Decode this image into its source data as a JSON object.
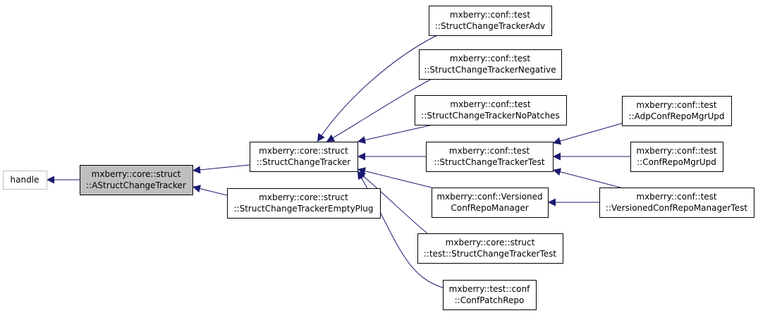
{
  "colors": {
    "edge": "#191970",
    "border": "#000000",
    "border_external": "#bfbfbf",
    "focus_fill": "#bfbfbf",
    "background": "#ffffff"
  },
  "nodes": [
    {
      "id": "handle",
      "lines": [
        "handle"
      ],
      "kind": "external"
    },
    {
      "id": "astruct",
      "lines": [
        "mxberry::core::struct",
        "::AStructChangeTracker"
      ],
      "kind": "focus"
    },
    {
      "id": "sct",
      "lines": [
        "mxberry::core::struct",
        "::StructChangeTracker"
      ],
      "kind": "normal"
    },
    {
      "id": "emptyplug",
      "lines": [
        "mxberry::core::struct",
        "::StructChangeTrackerEmptyPlug"
      ],
      "kind": "normal"
    },
    {
      "id": "adv",
      "lines": [
        "mxberry::conf::test",
        "::StructChangeTrackerAdv"
      ],
      "kind": "normal"
    },
    {
      "id": "negative",
      "lines": [
        "mxberry::conf::test",
        "::StructChangeTrackerNegative"
      ],
      "kind": "normal"
    },
    {
      "id": "nopatches",
      "lines": [
        "mxberry::conf::test",
        "::StructChangeTrackerNoPatches"
      ],
      "kind": "normal"
    },
    {
      "id": "ctest",
      "lines": [
        "mxberry::conf::test",
        "::StructChangeTrackerTest"
      ],
      "kind": "normal"
    },
    {
      "id": "vcrm",
      "lines": [
        "mxberry::conf::Versioned",
        "ConfRepoManager"
      ],
      "kind": "normal"
    },
    {
      "id": "coretest",
      "lines": [
        "mxberry::core::struct",
        "::test::StructChangeTrackerTest"
      ],
      "kind": "normal"
    },
    {
      "id": "patchrepo",
      "lines": [
        "mxberry::test::conf",
        "::ConfPatchRepo"
      ],
      "kind": "normal"
    },
    {
      "id": "adpupd",
      "lines": [
        "mxberry::conf::test",
        "::AdpConfRepoMgrUpd"
      ],
      "kind": "normal"
    },
    {
      "id": "mgrupd",
      "lines": [
        "mxberry::conf::test",
        "::ConfRepoMgrUpd"
      ],
      "kind": "normal"
    },
    {
      "id": "vcrmtest",
      "lines": [
        "mxberry::conf::test",
        "::VersionedConfRepoManagerTest"
      ],
      "kind": "normal"
    }
  ],
  "edges": [
    {
      "from": "astruct",
      "to": "handle"
    },
    {
      "from": "sct",
      "to": "astruct"
    },
    {
      "from": "emptyplug",
      "to": "astruct"
    },
    {
      "from": "adv",
      "to": "sct"
    },
    {
      "from": "negative",
      "to": "sct"
    },
    {
      "from": "nopatches",
      "to": "sct"
    },
    {
      "from": "ctest",
      "to": "sct"
    },
    {
      "from": "vcrm",
      "to": "sct"
    },
    {
      "from": "coretest",
      "to": "sct"
    },
    {
      "from": "patchrepo",
      "to": "sct"
    },
    {
      "from": "adpupd",
      "to": "ctest"
    },
    {
      "from": "mgrupd",
      "to": "ctest"
    },
    {
      "from": "vcrmtest",
      "to": "ctest"
    },
    {
      "from": "vcrmtest",
      "to": "vcrm"
    }
  ]
}
